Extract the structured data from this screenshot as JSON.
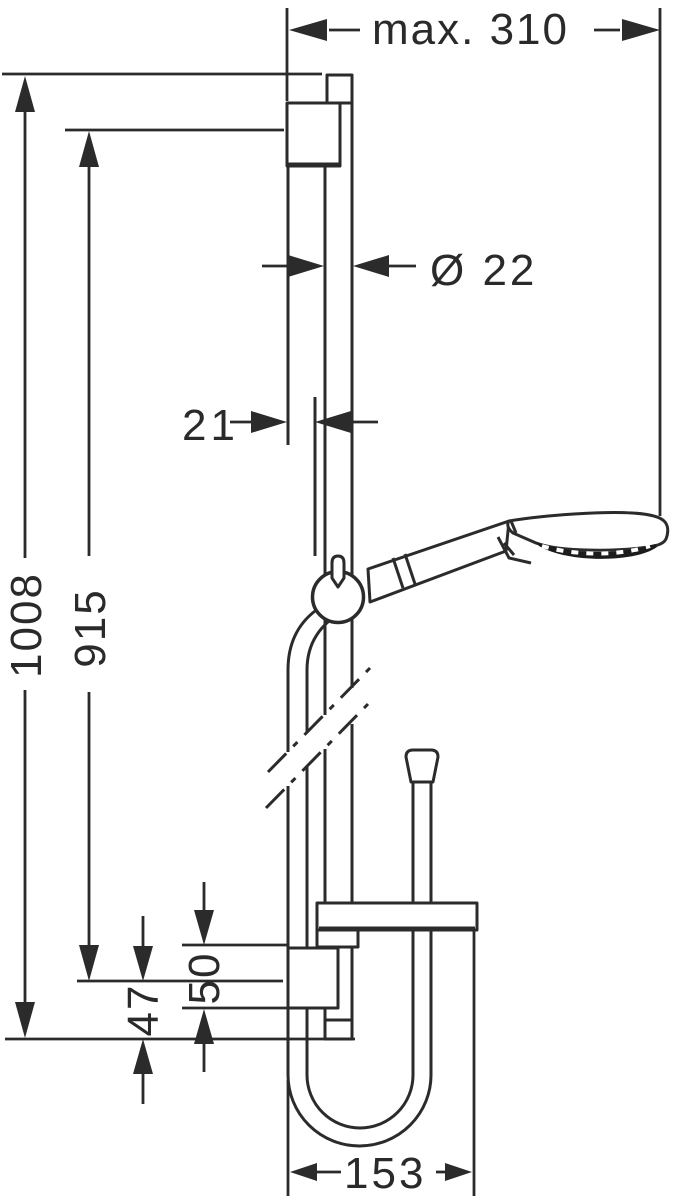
{
  "drawing": {
    "type": "technical-dimension-drawing",
    "subject": "shower slide bar set with hand shower, hose and soap dish (side view)",
    "background_color": "#ffffff",
    "line_color": "#2b2b2b",
    "dimensions": {
      "max_width": "max. 310",
      "bar_diameter": "Ø 22",
      "wall_clearance": "21",
      "total_height": "1008",
      "mounting_distance": "915",
      "lower_end_offset": "47",
      "lower_bracket_height": "50",
      "hose_loop_width": "153"
    }
  }
}
